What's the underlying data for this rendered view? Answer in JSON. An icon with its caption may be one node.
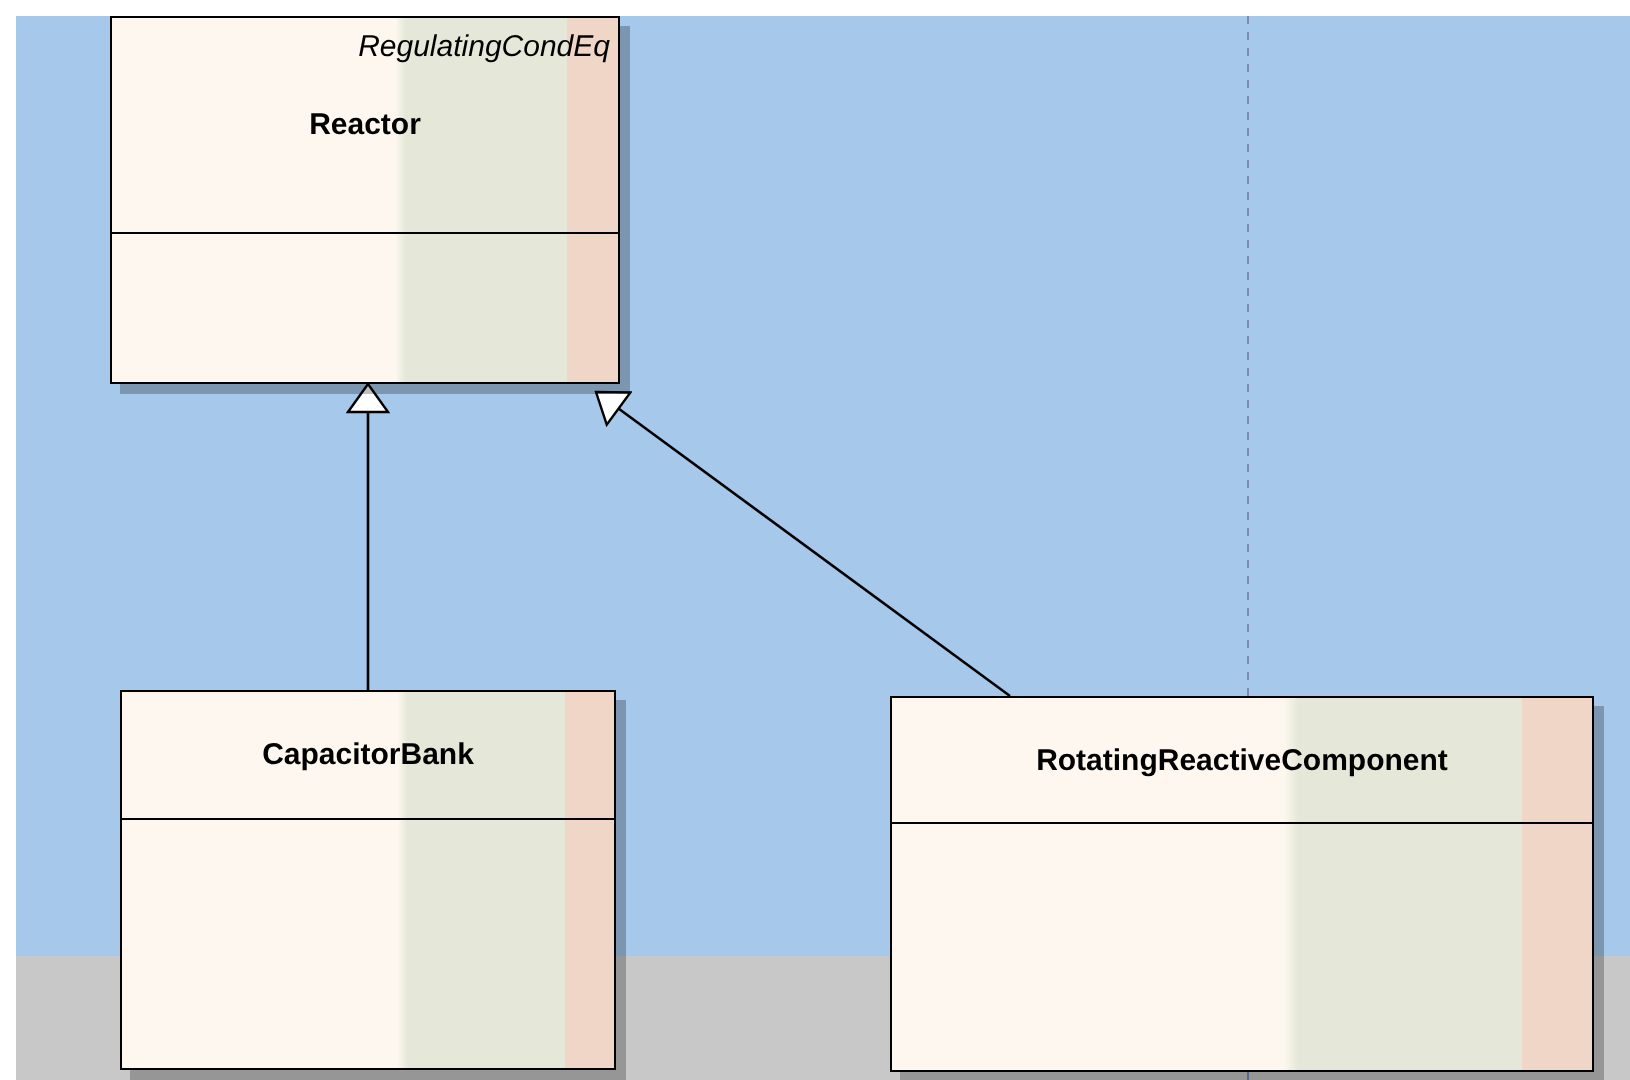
{
  "diagram": {
    "nodes": [
      {
        "text": [
          "RegulatingCondEq",
          "Reactor"
        ]
      },
      {
        "text": [
          "CapacitorBank"
        ]
      },
      {
        "text": [
          "RotatingReactiveComponent"
        ]
      }
    ],
    "edges": [
      {
        "from": 1,
        "to": 0,
        "arrow": "to"
      },
      {
        "from": 2,
        "to": 0,
        "arrow": "to"
      }
    ]
  }
}
